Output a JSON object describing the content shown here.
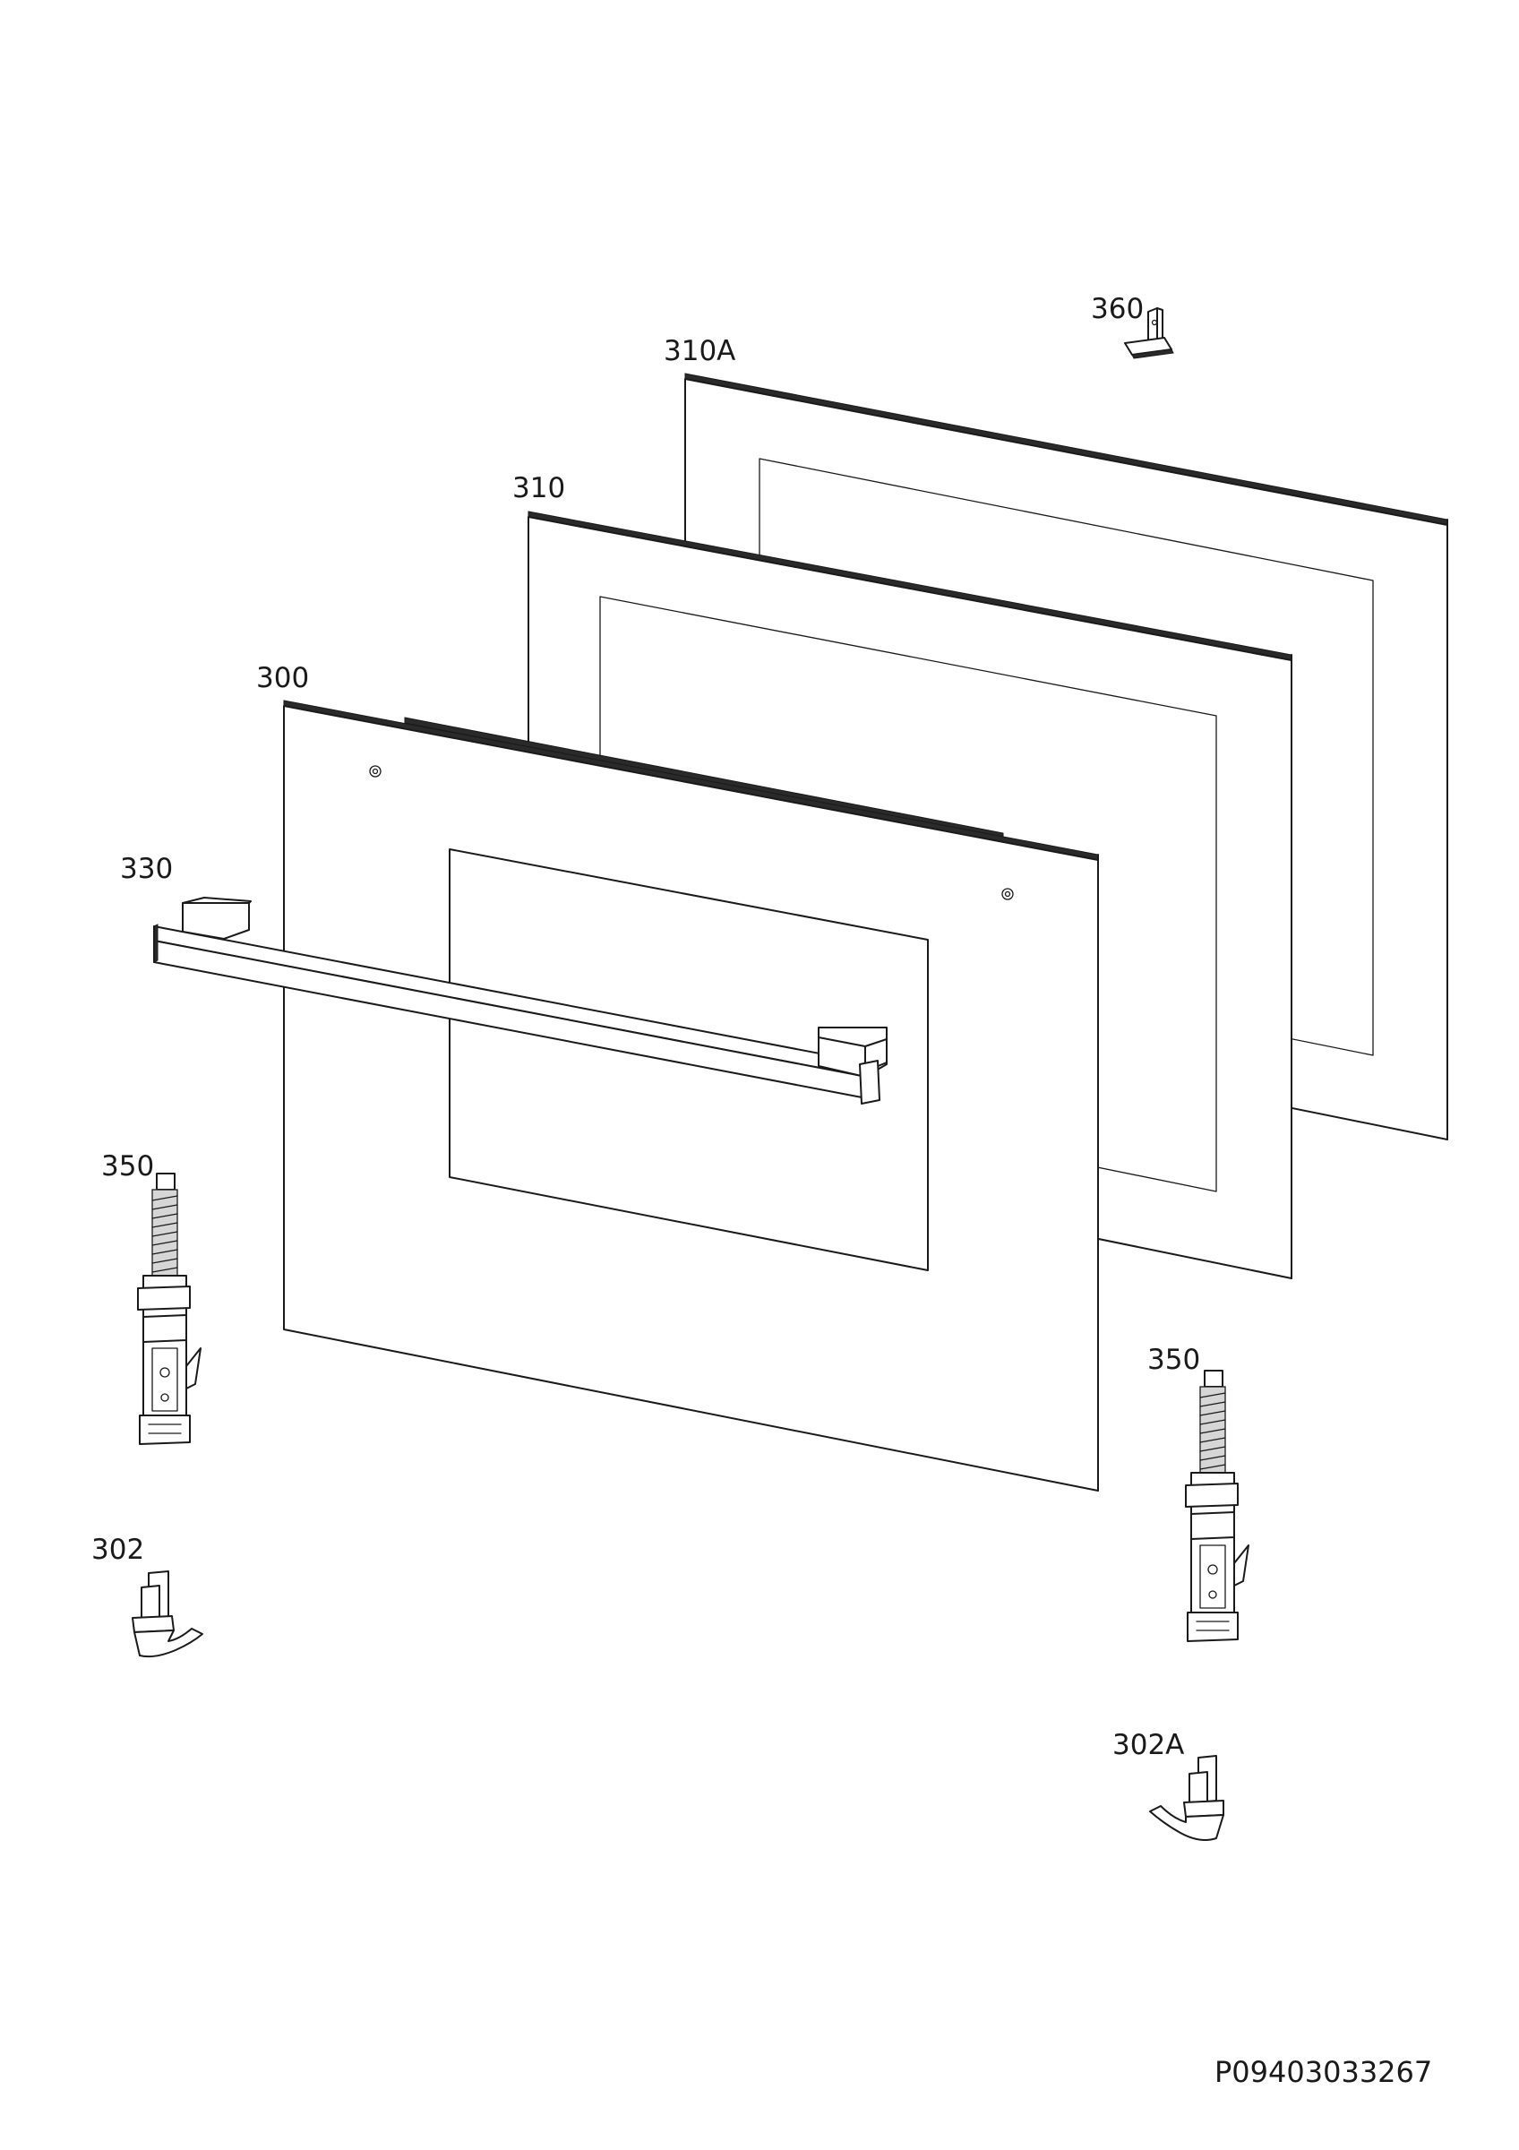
{
  "drawing": {
    "part_labels": {
      "p360": "360",
      "p310a": "310A",
      "p310": "310",
      "p300": "300",
      "p330": "330",
      "p350_left": "350",
      "p350_right": "350",
      "p302": "302",
      "p302a": "302A"
    },
    "document_number": "P09403033267"
  }
}
